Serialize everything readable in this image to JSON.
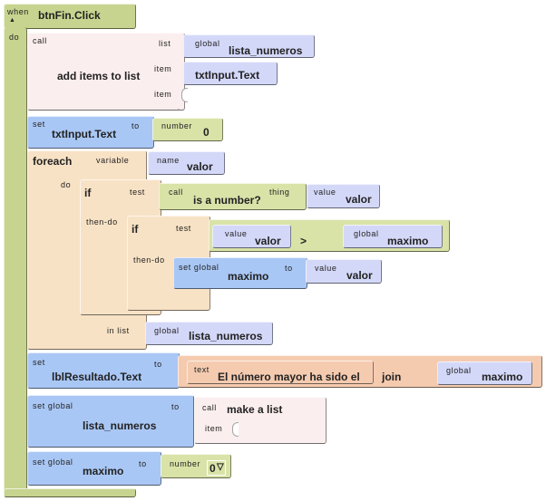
{
  "event": {
    "when_label": "when",
    "collapse_icon": "▲",
    "do_label": "do",
    "name": "btnFin.Click"
  },
  "add_items": {
    "call_label": "call",
    "title": "add items to list",
    "list_label": "list",
    "item_label": "item",
    "list_value_prefix": "global",
    "list_value": "lista_numeros",
    "item1_value": "txtInput.Text"
  },
  "set_txt": {
    "set_label": "set",
    "target": "txtInput.Text",
    "to_label": "to",
    "number_label": "number",
    "number_value": "0"
  },
  "foreach": {
    "title": "foreach",
    "variable_label": "variable",
    "name_label": "name",
    "var_name": "valor",
    "do_label": "do",
    "in_list_label": "in list",
    "list_prefix": "global",
    "list_value": "lista_numeros"
  },
  "if1": {
    "if_label": "if",
    "test_label": "test",
    "then_label": "then-do",
    "call_label": "call",
    "func": "is a number?",
    "thing_label": "thing",
    "value_label": "value",
    "value": "valor"
  },
  "if2": {
    "if_label": "if",
    "test_label": "test",
    "then_label": "then-do",
    "left_label": "value",
    "left_value": "valor",
    "op": ">",
    "right_label": "global",
    "right_value": "maximo"
  },
  "set_max_inner": {
    "set_label": "set global",
    "target": "maximo",
    "to_label": "to",
    "value_label": "value",
    "value": "valor"
  },
  "set_lbl": {
    "set_label": "set",
    "target": "lblResultado.Text",
    "to_label": "to",
    "text_label": "text",
    "text_value": "El número mayor ha sido el",
    "join_label": "join",
    "global_label": "global",
    "global_value": "maximo"
  },
  "set_list": {
    "set_label": "set global",
    "target": "lista_numeros",
    "to_label": "to",
    "call_label": "call",
    "func": "make a list",
    "item_label": "item"
  },
  "set_max": {
    "set_label": "set global",
    "target": "maximo",
    "to_label": "to",
    "number_label": "number",
    "number_value": "0",
    "dropdown_icon": "▽"
  }
}
